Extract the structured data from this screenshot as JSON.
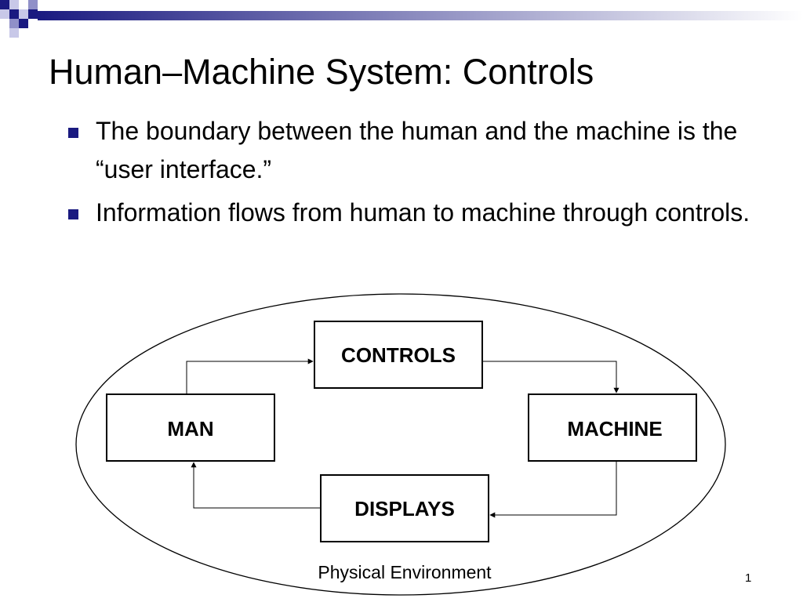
{
  "slide": {
    "title": "Human–Machine System: Controls",
    "bullets": [
      "The boundary between the human and the machine is the “user interface.”",
      "Information flows from human to machine through controls."
    ],
    "number": "1"
  },
  "diagram": {
    "boxes": {
      "controls": "CONTROLS",
      "man": "MAN",
      "machine": "MACHINE",
      "displays": "DISPLAYS"
    },
    "environment_label": "Physical Environment"
  },
  "colors": {
    "bullet": "#1a1a80",
    "accent": "#1a1a80",
    "band_start": "#1a1a80",
    "band_end": "#ffffff"
  }
}
